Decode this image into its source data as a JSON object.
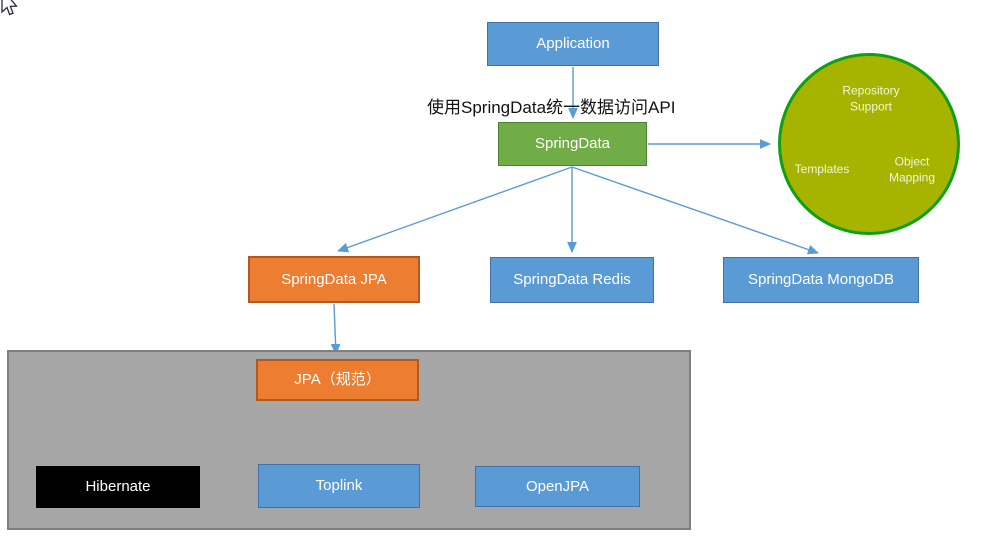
{
  "annotation": "使用SpringData统一数据访问API",
  "nodes": {
    "application": {
      "label": "Application"
    },
    "springdata": {
      "label": "SpringData"
    },
    "springdata_jpa": {
      "label": "SpringData JPA"
    },
    "springdata_redis": {
      "label": "SpringData Redis"
    },
    "springdata_mongodb": {
      "label": "SpringData MongoDB"
    },
    "jpa_spec": {
      "label": "JPA（规范）"
    },
    "hibernate": {
      "label": "Hibernate"
    },
    "toplink": {
      "label": "Toplink"
    },
    "openjpa": {
      "label": "OpenJPA"
    }
  },
  "circle": {
    "segments": {
      "top": "Repository Support",
      "left": "Templates",
      "right": "Object Mapping"
    }
  },
  "colors": {
    "blue_fill": "#5B9BD5",
    "blue_border": "#4472A8",
    "orange_fill": "#ED7D31",
    "orange_border": "#AE5A21",
    "green_fill": "#70AD47",
    "green_border": "#507E32",
    "black_fill": "#000000",
    "gray_fill": "#A6A6A6",
    "gray_border": "#7F7F7F",
    "circle_fill": "#A6B400",
    "circle_border": "#0CA012",
    "arrow": "#5B9BD5",
    "text_light": "#FFFFFF",
    "text_dark": "#111111",
    "circle_text": "#F2F5DC"
  }
}
